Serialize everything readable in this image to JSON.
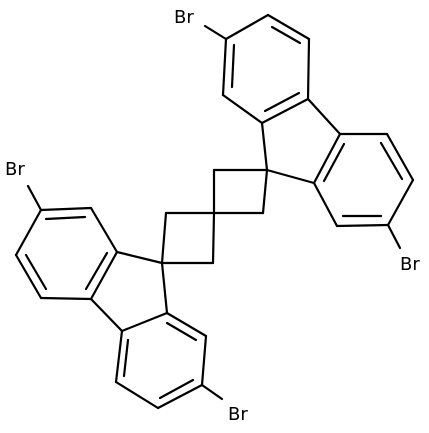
{
  "molecule": {
    "atoms": {
      "br1": "Br",
      "br2": "Br",
      "br3": "Br",
      "br4": "Br"
    },
    "colors": {
      "bond": "#000000",
      "label": "#000000",
      "background": "#ffffff"
    }
  }
}
